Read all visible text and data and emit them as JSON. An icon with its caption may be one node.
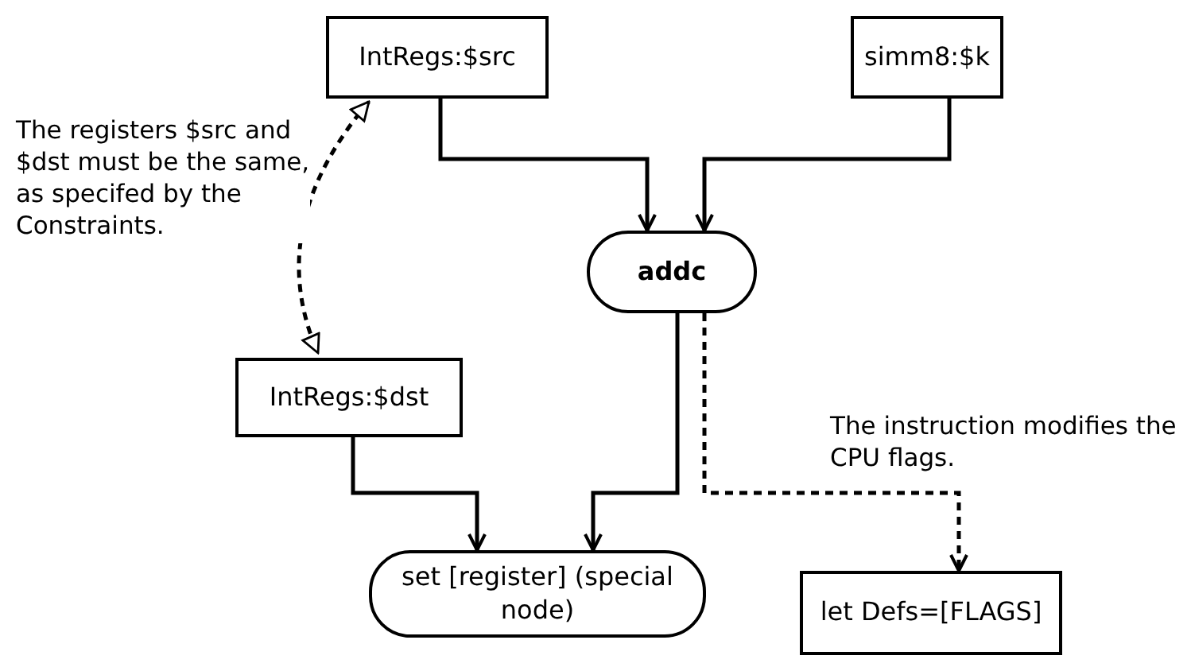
{
  "diagram": {
    "nodes": [
      {
        "text": [
          "IntRegs:$src"
        ]
      },
      {
        "text": [
          "simm8:$k"
        ]
      },
      {
        "text": [
          "addc"
        ]
      },
      {
        "text": [
          "IntRegs:$dst"
        ]
      },
      {
        "text": [
          "set [register] (special node)"
        ]
      },
      {
        "text": [
          "let Defs=[FLAGS]"
        ]
      }
    ],
    "edges": [
      {
        "from": 0,
        "to": 2,
        "arrow": "to"
      },
      {
        "from": 1,
        "to": 2,
        "arrow": "to"
      },
      {
        "from": 0,
        "to": 3,
        "arrow": "both",
        "style": "dashed"
      },
      {
        "from": 3,
        "to": 4,
        "arrow": "to"
      },
      {
        "from": 2,
        "to": 4,
        "arrow": "to"
      },
      {
        "from": 2,
        "to": 5,
        "arrow": "to",
        "style": "dashed"
      }
    ],
    "labels": [
      "The registers $src and $dst must be the same, as specifed by the Constraints.",
      "The instruction modifies the CPU flags."
    ]
  }
}
